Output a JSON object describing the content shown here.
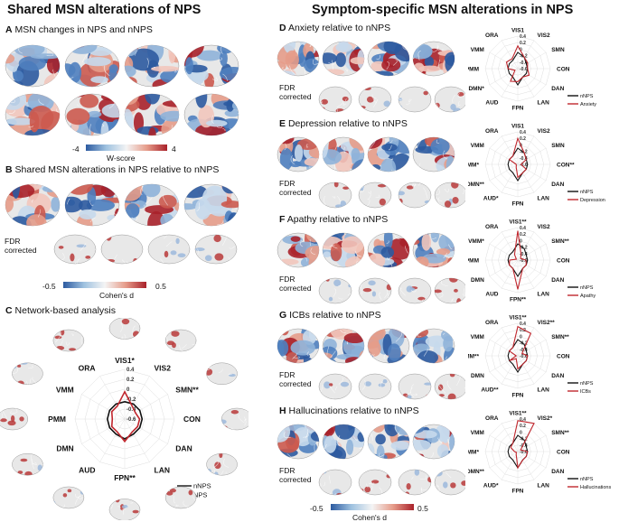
{
  "left": {
    "title": "Shared MSN alterations  of NPS",
    "panelA": {
      "letter": "A",
      "text": "MSN changes in NPS and nNPS"
    },
    "wscore": {
      "min": "-4",
      "max": "4",
      "label": "W-score"
    },
    "panelB": {
      "letter": "B",
      "text": "Shared MSN alterations in NPS relative to nNPS"
    },
    "fdr": [
      "FDR",
      "corrected"
    ],
    "cohensB": {
      "min": "-0.5",
      "max": "0.5",
      "label": "Cohen's d"
    },
    "panelC": {
      "letter": "C",
      "text": "Network-based analysis"
    }
  },
  "right": {
    "title": "Symptom-specific MSN alterations in NPS",
    "fdr": [
      "FDR",
      "corrected"
    ],
    "cohens": {
      "min": "-0.5",
      "max": "0.5",
      "label": "Cohen's d"
    }
  },
  "radar_ticks": [
    "0.4",
    "0.2",
    "0",
    "-0.2",
    "-0.4",
    "-0.6"
  ],
  "colors": {
    "nnps": "#111111",
    "nps": "#c0262d",
    "blue": "#2f5fa8",
    "red": "#b0202a"
  },
  "chart_data": [
    {
      "type": "radar",
      "id": "C",
      "axes": [
        "VIS1*",
        "VIS2",
        "SMN**",
        "CON",
        "DAN",
        "LAN",
        "FPN**",
        "AUD",
        "DMN",
        "PMM",
        "VMM",
        "ORA"
      ],
      "range": [
        -0.6,
        0.4
      ],
      "series": [
        {
          "name": "nNPS",
          "values": [
            -0.25,
            -0.25,
            -0.25,
            -0.25,
            -0.25,
            -0.25,
            -0.2,
            -0.25,
            -0.25,
            -0.25,
            -0.25,
            -0.25
          ]
        },
        {
          "name": "NPS",
          "values": [
            -0.05,
            -0.3,
            -0.35,
            -0.3,
            -0.3,
            -0.3,
            -0.15,
            -0.3,
            -0.3,
            -0.35,
            -0.3,
            -0.3
          ]
        }
      ]
    },
    {
      "type": "radar",
      "id": "D",
      "letter": "D",
      "title": "Anxiety relative to nNPS",
      "axes": [
        "VIS1",
        "VIS2",
        "SMN",
        "CON",
        "DAN",
        "LAN",
        "FPN",
        "AUD",
        "DMN*",
        "PMM",
        "VMM",
        "ORA"
      ],
      "range": [
        -0.6,
        0.4
      ],
      "series": [
        {
          "name": "nNPS",
          "values": [
            -0.1,
            -0.2,
            -0.3,
            -0.3,
            -0.3,
            -0.3,
            -0.1,
            -0.3,
            -0.3,
            -0.3,
            -0.3,
            -0.3
          ]
        },
        {
          "name": "Anxiety",
          "values": [
            0.1,
            -0.2,
            -0.25,
            -0.3,
            -0.2,
            -0.3,
            -0.2,
            -0.15,
            -0.5,
            -0.3,
            -0.2,
            -0.25
          ]
        }
      ]
    },
    {
      "type": "radar",
      "id": "E",
      "letter": "E",
      "title": "Depression relative to nNPS",
      "axes": [
        "VIS1",
        "VIS2",
        "SMN",
        "CON**",
        "DAN",
        "LAN",
        "FPN",
        "AUD*",
        "DMN**",
        "PMM*",
        "VMM",
        "ORA"
      ],
      "range": [
        -0.6,
        0.4
      ],
      "series": [
        {
          "name": "nNPS",
          "values": [
            -0.1,
            -0.2,
            -0.3,
            -0.3,
            -0.3,
            -0.3,
            -0.1,
            -0.3,
            -0.3,
            -0.3,
            -0.3,
            -0.3
          ]
        },
        {
          "name": "Depression",
          "values": [
            0.2,
            -0.2,
            -0.3,
            -0.5,
            -0.3,
            -0.3,
            -0.2,
            -0.5,
            -0.55,
            -0.55,
            -0.3,
            -0.3
          ]
        }
      ]
    },
    {
      "type": "radar",
      "id": "F",
      "letter": "F",
      "title": "Apathy relative to nNPS",
      "axes": [
        "VIS1**",
        "VIS2",
        "SMN**",
        "CON",
        "DAN",
        "LAN",
        "FPN**",
        "AUD",
        "DMN",
        "PMM",
        "VMM*",
        "ORA"
      ],
      "range": [
        -0.6,
        0.4
      ],
      "series": [
        {
          "name": "nNPS",
          "values": [
            -0.1,
            -0.2,
            -0.3,
            -0.3,
            -0.3,
            -0.3,
            -0.1,
            -0.3,
            -0.3,
            -0.3,
            -0.3,
            -0.3
          ]
        },
        {
          "name": "Apathy",
          "values": [
            0.3,
            -0.4,
            -0.5,
            -0.35,
            -0.3,
            -0.3,
            0.3,
            -0.3,
            -0.3,
            -0.35,
            -0.55,
            -0.4
          ]
        }
      ]
    },
    {
      "type": "radar",
      "id": "G",
      "letter": "G",
      "title": "ICBs relative to nNPS",
      "axes": [
        "VIS1**",
        "VIS2**",
        "SMN**",
        "CON",
        "DAN",
        "LAN",
        "FPN",
        "AUD**",
        "DMN",
        "PMM**",
        "VMM",
        "ORA"
      ],
      "range": [
        -0.6,
        0.4
      ],
      "series": [
        {
          "name": "nNPS",
          "values": [
            -0.1,
            -0.2,
            -0.3,
            -0.3,
            -0.3,
            -0.3,
            -0.1,
            -0.3,
            -0.3,
            -0.3,
            -0.3,
            -0.3
          ]
        },
        {
          "name": "ICBs",
          "values": [
            0.3,
            0.2,
            -0.45,
            -0.3,
            -0.3,
            -0.3,
            -0.2,
            -0.5,
            -0.3,
            -0.55,
            -0.3,
            -0.3
          ]
        }
      ]
    },
    {
      "type": "radar",
      "id": "H",
      "letter": "H",
      "title": "Hallucinations relative to nNPS",
      "axes": [
        "VIS1**",
        "VIS2*",
        "SMN**",
        "CON",
        "DAN",
        "LAN",
        "FPN",
        "AUD*",
        "DMN**",
        "PMM*",
        "VMM",
        "ORA"
      ],
      "range": [
        -0.6,
        0.4
      ],
      "series": [
        {
          "name": "nNPS",
          "values": [
            -0.1,
            -0.2,
            -0.3,
            -0.3,
            -0.3,
            -0.3,
            -0.1,
            -0.3,
            -0.3,
            -0.3,
            -0.3,
            -0.3
          ]
        },
        {
          "name": "Hallucinations",
          "values": [
            0.35,
            0.4,
            -0.5,
            -0.3,
            -0.3,
            -0.3,
            -0.1,
            -0.5,
            -0.55,
            -0.5,
            -0.35,
            -0.3
          ]
        }
      ]
    }
  ]
}
